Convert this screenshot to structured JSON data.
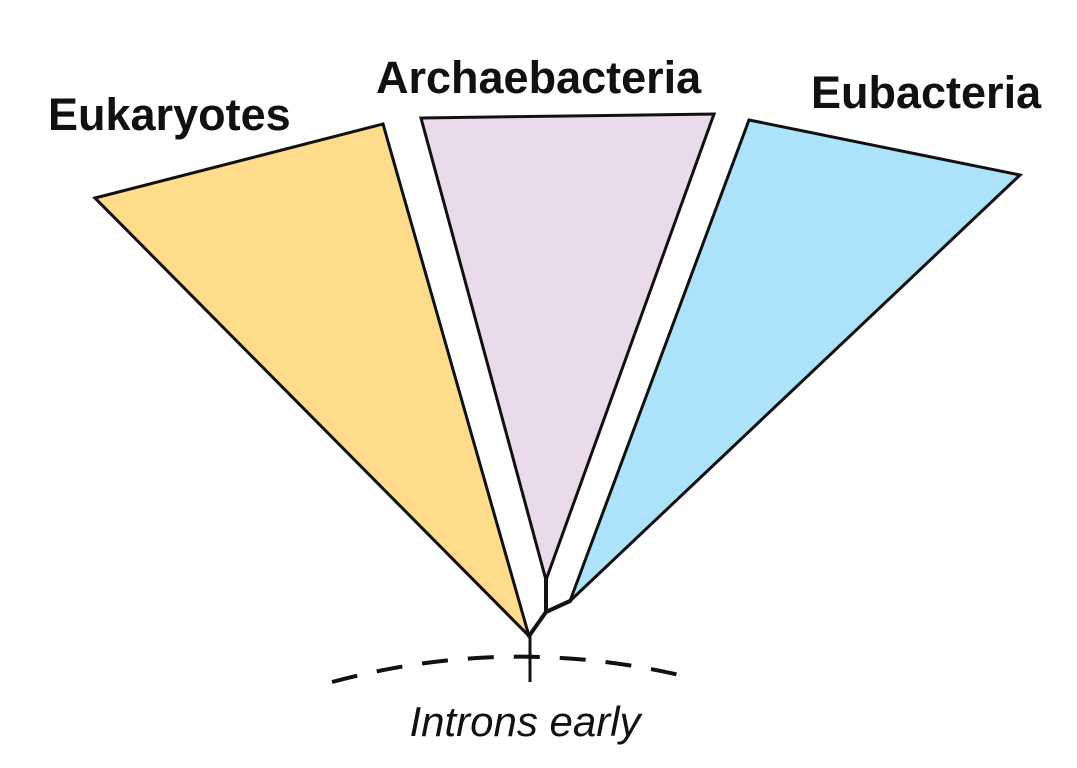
{
  "groups": [
    {
      "name": "Eukaryotes",
      "color": "#FEDC8C"
    },
    {
      "name": "Archaebacteria",
      "color": "#EBD9EC"
    },
    {
      "name": "Eubacteria",
      "color": "#ADE3FA"
    }
  ],
  "caption": "Introns early",
  "stroke_color": "#111111"
}
